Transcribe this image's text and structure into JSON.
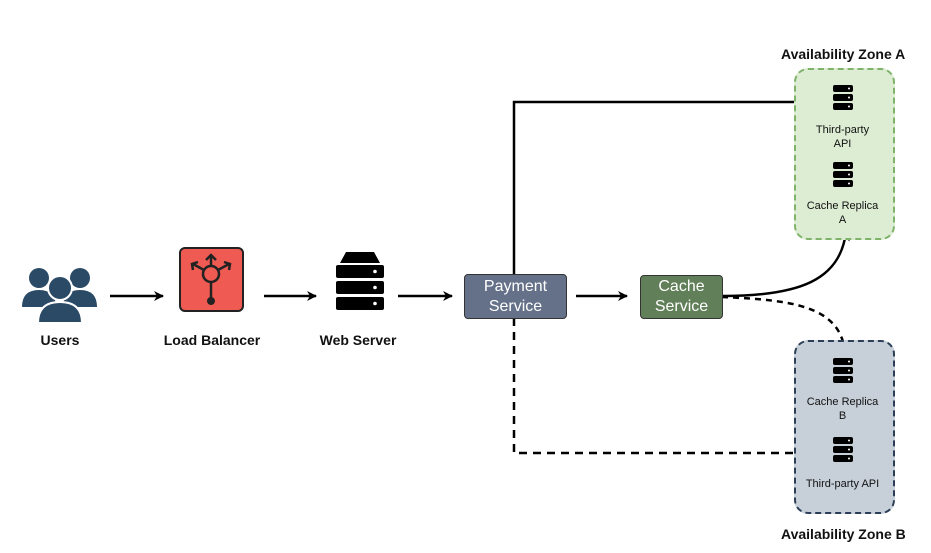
{
  "nodes": {
    "users": {
      "label": "Users"
    },
    "load_balancer": {
      "label": "Load Balancer",
      "color": "#ef5b52"
    },
    "web_server": {
      "label": "Web Server"
    },
    "payment_service": {
      "line1": "Payment",
      "line2": "Service",
      "color": "#657189"
    },
    "cache_service": {
      "line1": "Cache",
      "line2": "Service",
      "color": "#617f58"
    }
  },
  "zones": {
    "a": {
      "title": "Availability Zone A",
      "color": "#dcedd3",
      "items": [
        {
          "line1": "Third-party",
          "line2": "API"
        },
        {
          "line1": "Cache Replica",
          "line2": "A"
        }
      ]
    },
    "b": {
      "title": "Availability Zone B",
      "color": "#c7cfd9",
      "items": [
        {
          "line1": "Cache Replica",
          "line2": "B"
        },
        {
          "line1": "Third-party API",
          "line2": ""
        }
      ]
    }
  },
  "colors": {
    "users_icon": "#2b4a66",
    "arrow": "#000000"
  }
}
